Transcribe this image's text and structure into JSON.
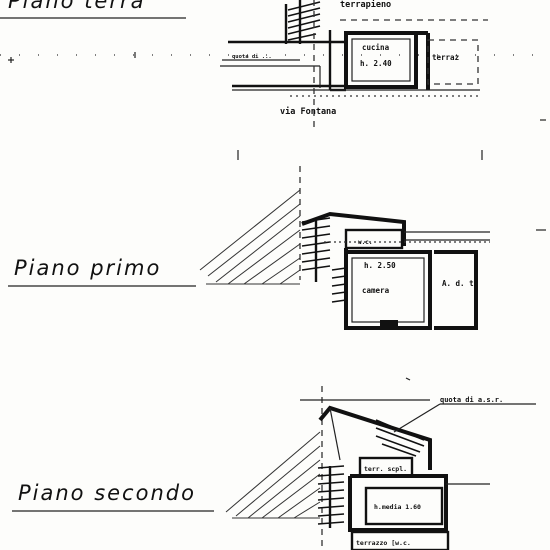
{
  "floors": {
    "ground": {
      "title": "Piano terra",
      "labels": {
        "terrapieno": "terrapieno",
        "cucina": "cucina",
        "height": "h. 2.40",
        "terrace": "terraz",
        "scale_note": "quota di ...",
        "street": "via  Fontana"
      }
    },
    "first": {
      "title": "Piano  primo",
      "labels": {
        "wc": "w.c.",
        "height": "h. 2.50",
        "camera": "camera",
        "other": "A. d. t."
      }
    },
    "second": {
      "title": "Piano  secondo",
      "labels": {
        "quota": "quota di a.s.r.",
        "upper_terrace": "terr. scpl.",
        "height": "h.media 1.60",
        "terrace": "terrazzo  [w.c."
      }
    }
  }
}
